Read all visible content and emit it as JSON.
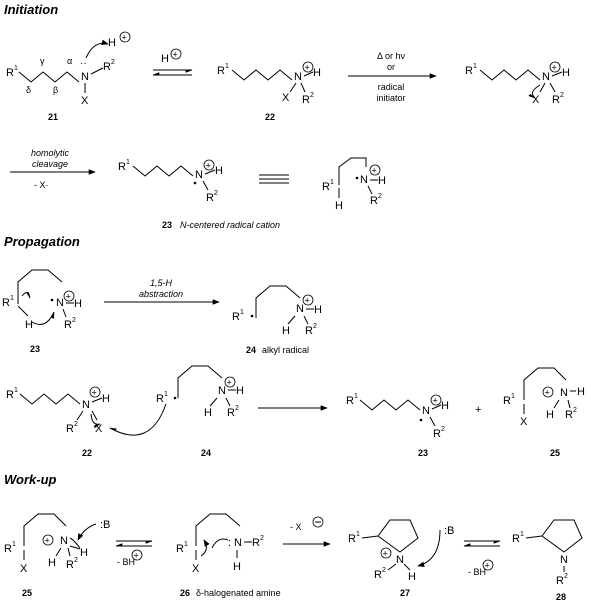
{
  "sections": {
    "initiation": "Initiation",
    "propagation": "Propagation",
    "workup": "Work-up"
  },
  "atoms": {
    "R": "R",
    "N": "N",
    "H": "H",
    "X": "X",
    "B": ":B",
    "BH": "- BH",
    "one": "1",
    "two": "2",
    "plus": "+"
  },
  "greek": {
    "alpha": "α",
    "beta": "β",
    "gamma": "γ",
    "delta": "δ"
  },
  "conditions": {
    "heat_light": "Δ or hν",
    "or": "or",
    "radical": "radical",
    "initiator": "initiator",
    "homolytic": "homolytic",
    "cleavage": "cleavage",
    "minus_x_dot": "- X·",
    "hat_1": "1,5-H",
    "hat_2": "abstraction",
    "minus_x_anion": "- X"
  },
  "compounds": {
    "c21": "21",
    "c22": "22",
    "c23": "23",
    "c24": "24",
    "c25": "25",
    "c26": "26",
    "c27": "27",
    "c28": "28"
  },
  "captions": {
    "c23_caption": "N-centered radical cation",
    "c24_caption": "alkyl radical",
    "c26_caption": "δ-halogenated amine"
  }
}
